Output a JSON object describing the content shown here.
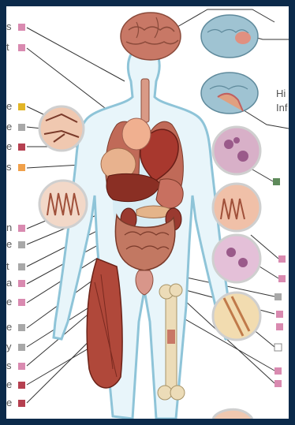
{
  "left_labels": [
    "s",
    "t",
    "e",
    "e",
    "e",
    "s",
    "n",
    "e",
    "t",
    "a",
    "e",
    "e",
    "y",
    "s",
    "e",
    "e"
  ],
  "right_labels": [
    "Hi",
    "Inf"
  ],
  "colors": {
    "background": "#0b2a4a",
    "marker_pink": "#d98ab0",
    "marker_red": "#b54050",
    "marker_gray": "#a8a8a8",
    "marker_yellow": "#e2b526",
    "marker_orange": "#f0a04a",
    "marker_green": "#5e8a5a",
    "body_outline": "#8ec4d8",
    "organ": "#b0523c"
  },
  "icons": [
    "brain-icon",
    "heart-icon",
    "lung-icon",
    "liver-icon",
    "stomach-icon",
    "intestine-icon",
    "kidney-icon",
    "bladder-icon",
    "muscle-icon",
    "bone-icon",
    "tissue-circle-icon"
  ]
}
